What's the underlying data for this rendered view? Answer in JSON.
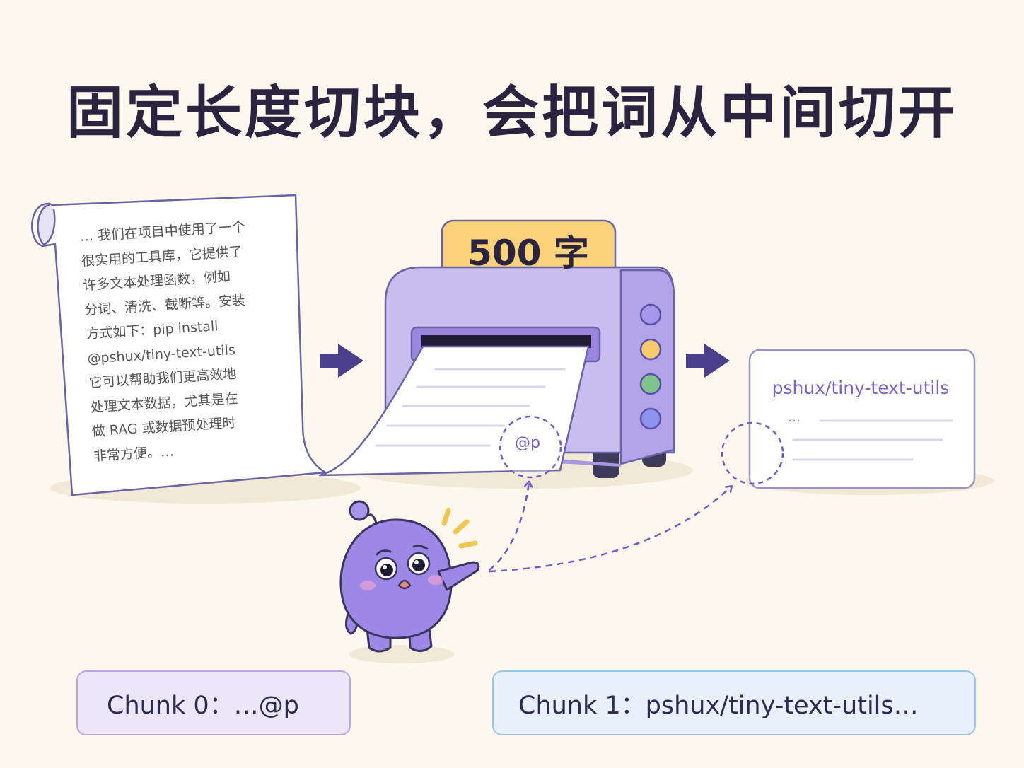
{
  "title": "固定长度切块，会把词从中间切开",
  "source_text": {
    "lines": [
      "… 我们在项目中使用了一个",
      "很实用的工具库，它提供了",
      "许多文本处理函数，例如",
      "分词、清洗、截断等。安装",
      "方式如下：pip install",
      "@pshux/tiny-text-utils",
      "它可以帮助我们更高效地",
      "处理文本数据，尤其是在",
      "做 RAG 或数据预处理时",
      "非常方便。…"
    ]
  },
  "machine": {
    "label": "500 字",
    "cut_fragment": "@p"
  },
  "next_chunk_card": {
    "title": "pshux/tiny-text-utils",
    "ellipsis": "…"
  },
  "chunks": [
    {
      "label": "Chunk 0：…@p"
    },
    {
      "label": "Chunk 1：pshux/tiny-text-utils…"
    }
  ],
  "colors": {
    "background": "#fcf8ee",
    "machine": "#c9bcef",
    "label": "#fad27a",
    "mascot": "#9d88e6",
    "arrow": "#4b3f8c",
    "accent_line": "#6c5cc4"
  }
}
